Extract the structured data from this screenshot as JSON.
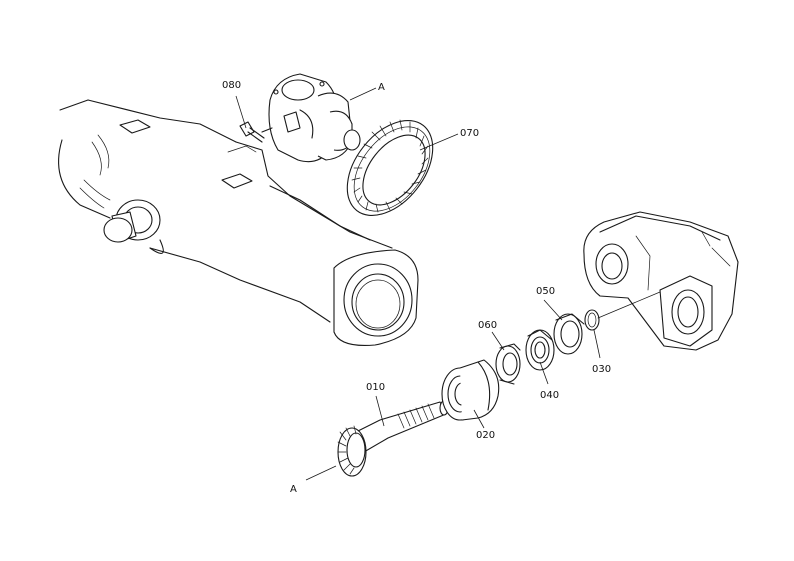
{
  "parts": {
    "p010": "010",
    "p020": "020",
    "p030": "030",
    "p040": "040",
    "p050": "050",
    "p060": "060",
    "p070": "070",
    "p080": "080"
  },
  "refs": {
    "a_top": "A",
    "a_bottom": "A"
  }
}
